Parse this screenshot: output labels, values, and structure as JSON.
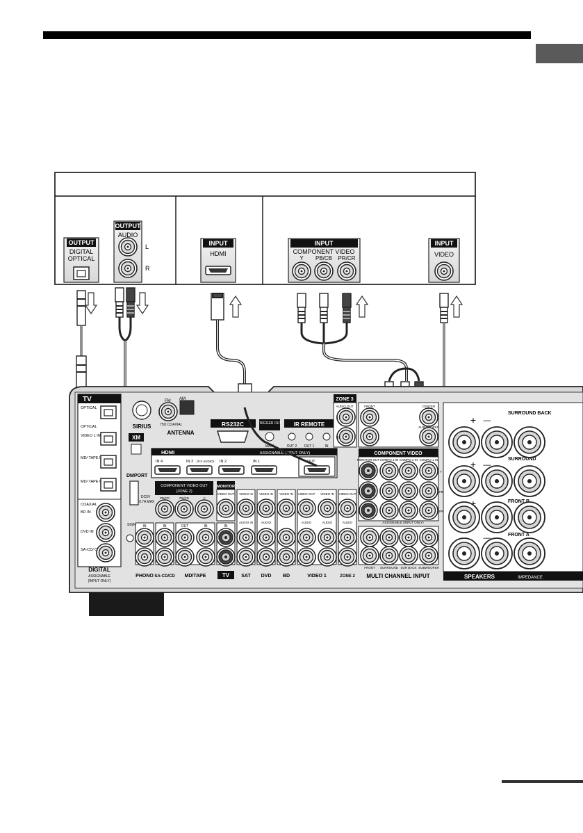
{
  "tv": {
    "digital_out": {
      "header": "OUTPUT",
      "line1": "DIGITAL",
      "line2": "OPTICAL"
    },
    "audio_out": {
      "header": "OUTPUT",
      "label": "AUDIO",
      "l": "L",
      "r": "R"
    },
    "hdmi_in": {
      "header": "INPUT",
      "label": "HDMI"
    },
    "component_in": {
      "header": "INPUT",
      "label": "COMPONENT VIDEO",
      "y": "Y",
      "pb": "PB/CB",
      "pr": "PR/CR"
    },
    "video_in": {
      "header": "INPUT",
      "label": "VIDEO"
    }
  },
  "receiver": {
    "tv_section": {
      "title": "TV",
      "optical_in": "OPTICAL",
      "in": "IN",
      "optical": "OPTICAL",
      "video1_in": "VIDEO 1 IN",
      "mdtape_in": "MD/ TAPE IN",
      "mdtape_out": "MD/ TAPE OUT",
      "coaxial": "COAXIAL",
      "bd_in": "BD IN",
      "dvd_in": "DVD IN",
      "sacd_in": "SA-CD/ CD IN",
      "digital": "DIGITAL",
      "assignable": "ASSIGNABLE",
      "input_only": "(INPUT ONLY)"
    },
    "sirius": "SIRIUS",
    "fm": "FM",
    "am": "AM",
    "coax75": "75Ω COAXIAL",
    "antenna": "ANTENNA",
    "xm": "XM",
    "dmport": "DMPORT",
    "dmport_power": "DC5V",
    "dmport_max": "0.7A MAX",
    "rs232c": "RS232C",
    "trigger": "TRIGGER OUT",
    "main": "MAIN",
    "ir_remote": "IR REMOTE",
    "out2": "OUT 2",
    "out1": "OUT 1",
    "ir_in": "IN",
    "hdmi": {
      "title": "HDMI",
      "assignable": "ASSIGNABLE (INPUT ONLY)",
      "in4": "IN 4",
      "in3": "IN 3",
      "for_audio": "(For AUDIO)",
      "in2": "IN 2",
      "in1": "IN 1",
      "out": "OUT"
    },
    "comp_out_zone2": {
      "title": "COMPONENT VIDEO OUT",
      "zone": "(ZONE 2)",
      "pr": "PR/CR",
      "pb": "PB/CB",
      "y": "Y"
    },
    "monitor": "MONITOR",
    "video_out": "VIDEO OUT",
    "video_in": "VIDEO IN",
    "audio": "AUDIO",
    "audio_in": "AUDIO IN",
    "signal_gnd": "SIGNAL GND",
    "phono": "PHONO",
    "sacd": "SA-CD/CD",
    "mdtape": "MD/TAPE",
    "out": "OUT",
    "in": "IN",
    "tv": "TV",
    "sat": "SAT",
    "dvd": "DVD",
    "bd": "BD",
    "video1": "VIDEO 1",
    "zone2": "ZONE 2",
    "zone3": "ZONE 3",
    "audio_out": "AUDIO OUT",
    "l": "L",
    "r": "R",
    "front": "FRONT",
    "center": "CENTER",
    "subwoofer": "SUBWOOFER",
    "surround": "SURROUND",
    "sur_back": "SUR BACK",
    "component_video": "COMPONENT VIDEO",
    "monitor_out": "MONITOR OUT",
    "compo3": "COMPO 3 IN",
    "compo2": "COMPO 2 IN",
    "compo1": "COMPO 1 IN",
    "assignable_input_only": "ASSIGNABLE (INPUT ONLY)",
    "y": "Y",
    "pb": "PB/ CB",
    "pr": "PR/ CR",
    "multi_channel": "MULTI CHANNEL INPUT",
    "surround_back": "SURROUND BACK",
    "surround_sp": "SURROUND",
    "front_b": "FRONT B",
    "front_a": "FRONT A",
    "speakers": "SPEAKERS",
    "impedance": "IMPEDANCE",
    "plus": "+",
    "minus": "—"
  }
}
